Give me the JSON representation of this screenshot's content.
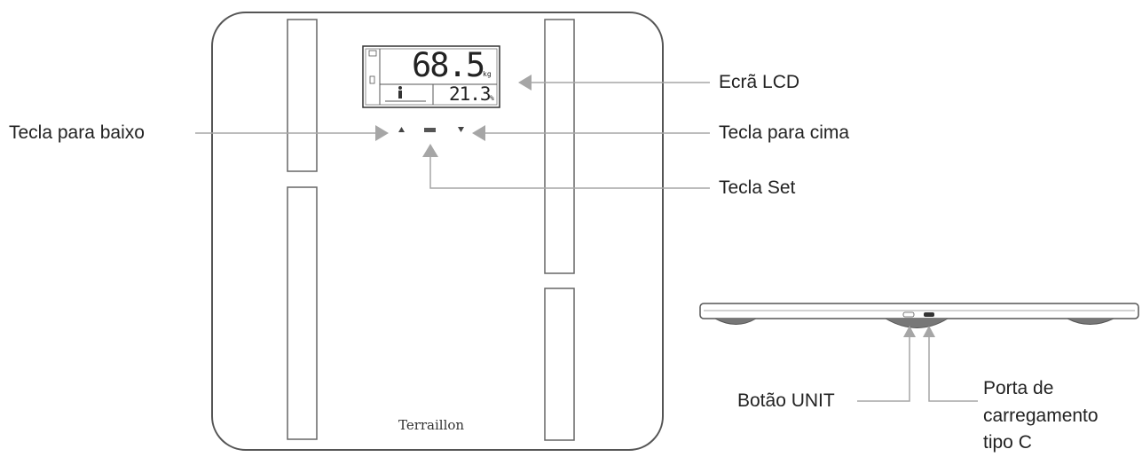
{
  "labels": {
    "lcd_screen": "Ecrã LCD",
    "key_down": "Tecla para baixo",
    "key_up": "Tecla para cima",
    "key_set": "Tecla Set",
    "unit_button": "Botão UNIT",
    "charging_port": [
      "Porta de",
      "carregamento",
      "tipo C"
    ]
  },
  "display": {
    "weight": "68.5",
    "weight_unit": "kg",
    "secondary": "21.3",
    "secondary_unit": "%"
  },
  "brand": "Terraillon",
  "colors": {
    "outline": "#555555",
    "arrow": "#a6a6a6",
    "pointer": "#a6a6a6"
  }
}
